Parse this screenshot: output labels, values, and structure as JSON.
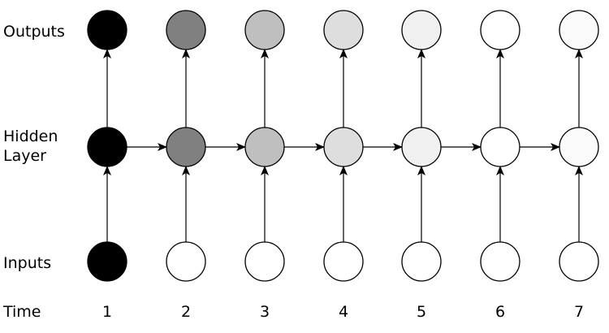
{
  "row_labels": {
    "outputs": "Outputs",
    "hidden_line1": "Hidden",
    "hidden_line2": "Layer",
    "inputs": "Inputs",
    "time": "Time"
  },
  "time_steps": [
    "1",
    "2",
    "3",
    "4",
    "5",
    "6",
    "7"
  ],
  "node_fills": {
    "outputs": [
      "#000000",
      "#808080",
      "#bfbfbf",
      "#dedede",
      "#f0f0f0",
      "#ffffff",
      "#fafafa"
    ],
    "hidden": [
      "#000000",
      "#808080",
      "#bfbfbf",
      "#dedede",
      "#f0f0f0",
      "#ffffff",
      "#fafafa"
    ],
    "inputs": [
      "#000000",
      "#ffffff",
      "#ffffff",
      "#ffffff",
      "#ffffff",
      "#ffffff",
      "#ffffff"
    ]
  }
}
